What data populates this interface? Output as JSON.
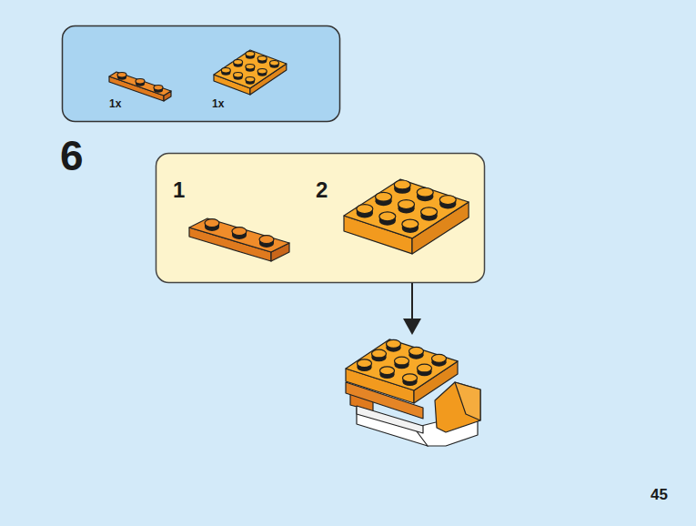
{
  "diagram": {
    "nodes": [
      {
        "text": [
          "1x",
          "1x"
        ]
      },
      {
        "text": [
          "1",
          "2"
        ]
      }
    ],
    "labels": [
      "6",
      "45"
    ]
  }
}
